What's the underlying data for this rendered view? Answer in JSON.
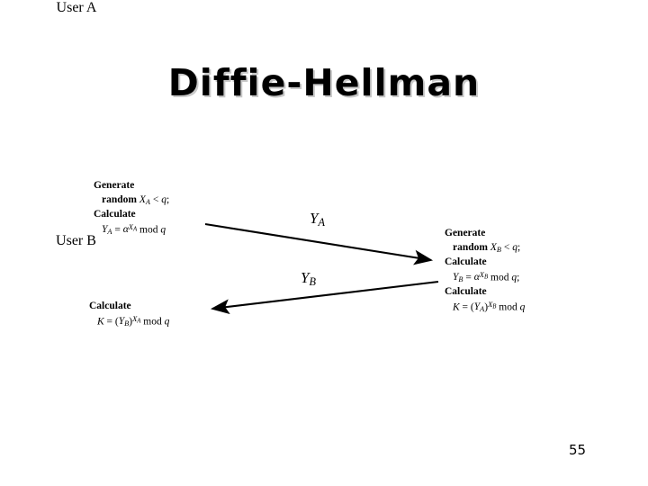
{
  "slide": {
    "title": "Diffie-Hellman",
    "page_number": "55",
    "background_color": "#ffffff",
    "box_fill_color": "#c8c8c8",
    "box_border_color": "#000000",
    "text_color": "#000000"
  },
  "parties": {
    "a": {
      "label": "User A",
      "steps": [
        {
          "keyword": "Generate",
          "body": "random XA < q;"
        },
        {
          "keyword": "Calculate",
          "body": "YA = αXA mod q"
        },
        {
          "keyword": "Calculate",
          "body": "K = (YB)XA mod q"
        }
      ]
    },
    "b": {
      "label": "User B",
      "steps": [
        {
          "keyword": "Generate",
          "body": "random XB < q;"
        },
        {
          "keyword": "Calculate",
          "body": "YB = αXB mod q;"
        },
        {
          "keyword": "Calculate",
          "body": "K = (YA)XB mod q"
        }
      ]
    }
  },
  "messages": [
    {
      "label": "YA",
      "direction": "a-to-b",
      "symbol": "Y",
      "subscript": "A"
    },
    {
      "label": "YB",
      "direction": "b-to-a",
      "symbol": "Y",
      "subscript": "B"
    }
  ],
  "glyphs": {
    "alpha": "α",
    "less_than": "<",
    "equals": "=",
    "mod": "mod",
    "q": "q",
    "K": "K",
    "semicolon": ";"
  }
}
